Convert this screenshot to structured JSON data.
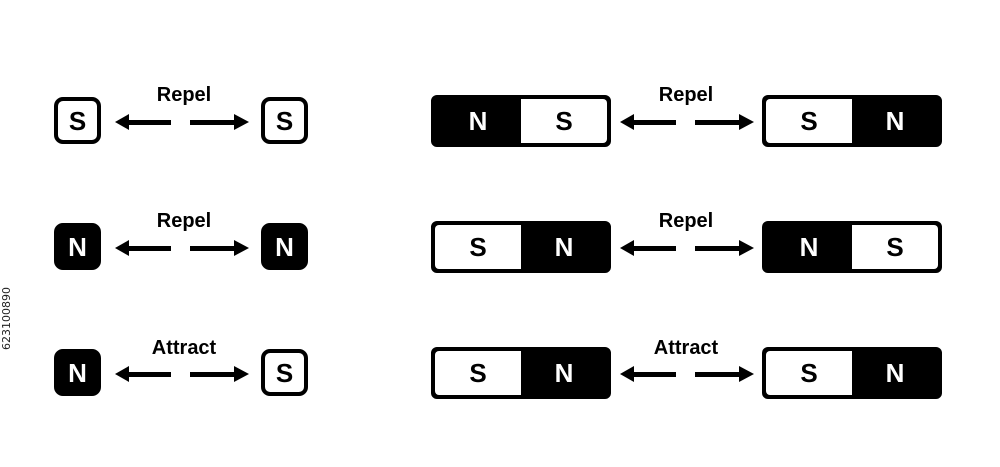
{
  "rows": [
    {
      "small": {
        "left": {
          "text": "S",
          "fill": "white"
        },
        "right": {
          "text": "S",
          "fill": "white"
        },
        "label": "Repel"
      },
      "bar": {
        "left": [
          "N",
          "S"
        ],
        "left_style": "black-white",
        "right": [
          "S",
          "N"
        ],
        "right_style": "white-black",
        "label": "Repel"
      }
    },
    {
      "small": {
        "left": {
          "text": "N",
          "fill": "black"
        },
        "right": {
          "text": "N",
          "fill": "black"
        },
        "label": "Repel"
      },
      "bar": {
        "left": [
          "S",
          "N"
        ],
        "left_style": "white-black",
        "right": [
          "N",
          "S"
        ],
        "right_style": "black-white",
        "label": "Repel"
      }
    },
    {
      "small": {
        "left": {
          "text": "N",
          "fill": "black"
        },
        "right": {
          "text": "S",
          "fill": "white"
        },
        "label": "Attract"
      },
      "bar": {
        "left": [
          "S",
          "N"
        ],
        "left_style": "white-black",
        "right": [
          "S",
          "N"
        ],
        "right_style": "white-black",
        "label": "Attract"
      }
    }
  ],
  "watermark": "623100890",
  "colors": {
    "ink": "#000000",
    "paper": "#ffffff"
  }
}
